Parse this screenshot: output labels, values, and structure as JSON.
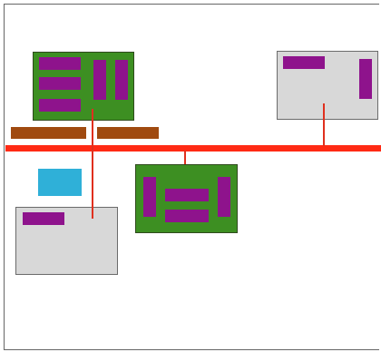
{
  "colors": {
    "background": "#ffffff",
    "frame": "#666666",
    "bus": "#ff2a14",
    "connector": "#e0301e",
    "board_green": "#3d8f22",
    "chip_purple": "#8e138c",
    "panel_gray": "#d8d8d8",
    "rail_brown": "#a04a10",
    "accent_cyan": "#2fb0d8"
  },
  "diagram": {
    "nodes": [
      {
        "name": "board-top-left",
        "kind": "green board",
        "chips": 5
      },
      {
        "name": "board-center",
        "kind": "green board",
        "chips": 4
      },
      {
        "name": "panel-top-right",
        "kind": "gray panel",
        "chips": 2
      },
      {
        "name": "panel-bottom-left",
        "kind": "gray panel",
        "chips": 1
      },
      {
        "name": "cyan-block",
        "kind": "cyan square"
      },
      {
        "name": "rail-left",
        "kind": "brown bar"
      },
      {
        "name": "rail-right",
        "kind": "brown bar"
      }
    ],
    "bus": {
      "name": "horizontal-bus"
    },
    "connections": [
      {
        "from": "board-top-left",
        "to": "panel-bottom-left"
      },
      {
        "from": "board-center",
        "to": "horizontal-bus"
      },
      {
        "from": "panel-top-right",
        "to": "horizontal-bus"
      }
    ]
  }
}
